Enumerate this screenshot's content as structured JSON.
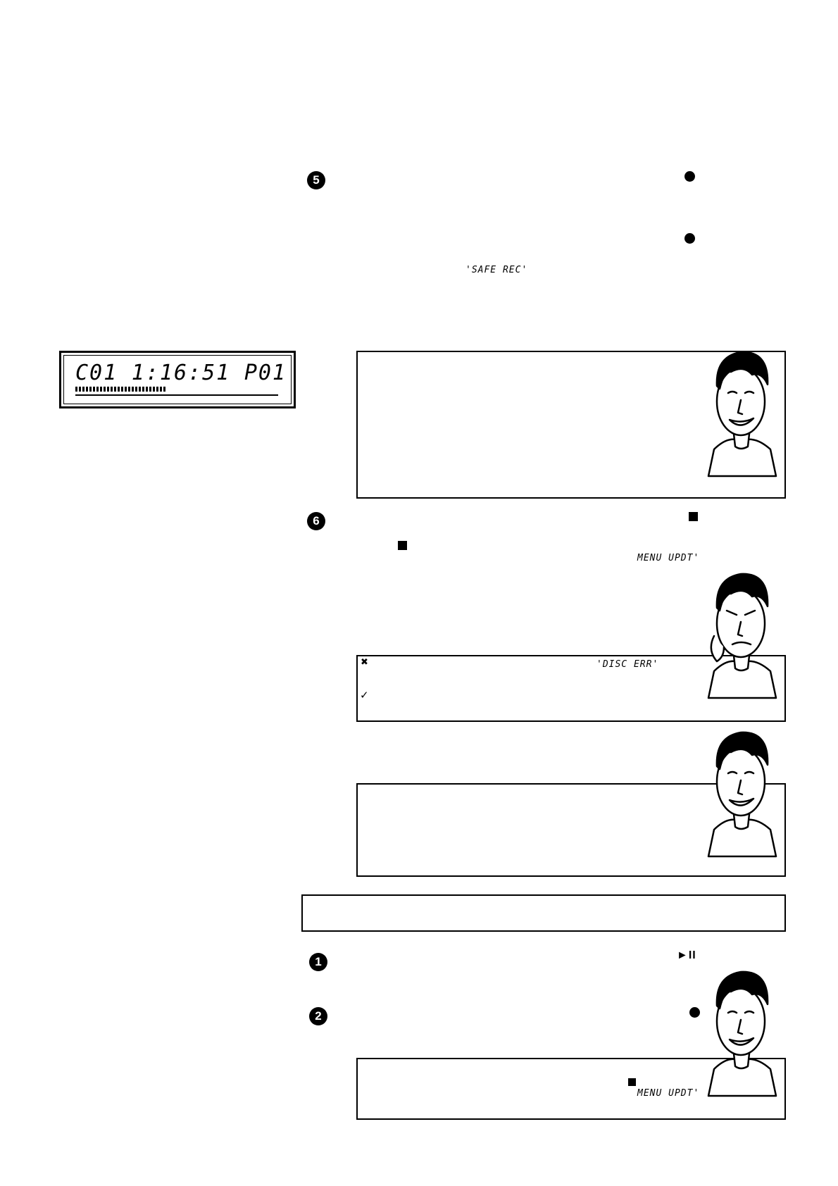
{
  "steps": {
    "step5": "5",
    "step6": "6",
    "step1": "1",
    "step2": "2"
  },
  "display_texts": {
    "safe_rec": "'SAFE REC'",
    "menu_updt_1": "MENU UPDT'",
    "disc_err": "'DISC ERR'",
    "menu_updt_2": "MENU UPDT'"
  },
  "lcd_panel": {
    "chapter": "C01",
    "time": "1:16:51",
    "program": "P01"
  },
  "icons": {
    "record": "record-dot-icon",
    "stop": "stop-square-icon",
    "play_pause": "play-pause-icon",
    "cross": "cross-icon",
    "check": "check-icon"
  },
  "glyphs": {
    "cross": "✖",
    "check": "✓",
    "play_pause": "►II"
  }
}
